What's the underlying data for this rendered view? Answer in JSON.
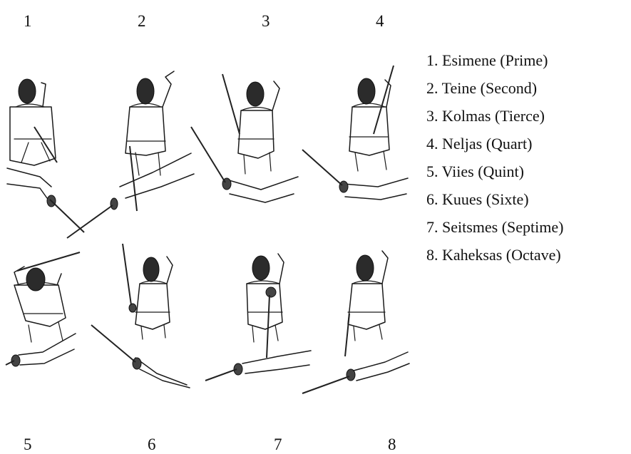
{
  "top_numbers": [
    "1",
    "2",
    "3",
    "4"
  ],
  "bottom_numbers": [
    "5",
    "6",
    "7",
    "8"
  ],
  "legend": [
    "1. Esimene (Prime)",
    "2. Teine (Second)",
    "3. Kolmas (Tierce)",
    "4. Neljas (Quart)",
    "5. Viies (Quint)",
    "6. Kuues (Sixte)",
    "7. Seitsmes (Septime)",
    "8. Kaheksas (Octave)"
  ]
}
